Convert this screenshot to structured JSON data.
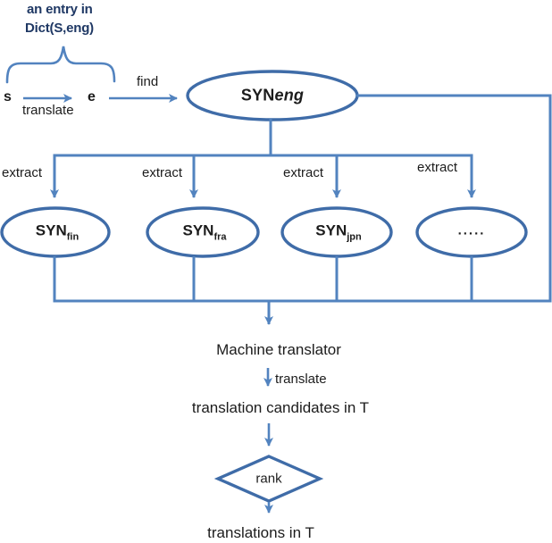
{
  "colors": {
    "connector": "#5283bf",
    "shape_stroke": "#3f6ca8",
    "caption_text": "#1f3864",
    "body_text": "#1c1c1c"
  },
  "dictionary": {
    "caption_line1": "an entry in",
    "caption_line2": "Dict(S,eng)",
    "source_word": "s",
    "translate_label": "translate",
    "target_word": "e"
  },
  "find_label": "find",
  "root_node": {
    "base": "SYN",
    "lang": "eng"
  },
  "branches": [
    {
      "extract_label": "extract",
      "base": "SYN",
      "sub": "fin"
    },
    {
      "extract_label": "extract",
      "base": "SYN",
      "sub": "fra"
    },
    {
      "extract_label": "extract",
      "base": "SYN",
      "sub": "jpn"
    },
    {
      "extract_label": "extract",
      "label": "....."
    }
  ],
  "pipeline": {
    "machine_translator": "Machine translator",
    "translate_label": "translate",
    "candidates": "translation candidates in T",
    "rank_label": "rank",
    "result": "translations in T"
  }
}
